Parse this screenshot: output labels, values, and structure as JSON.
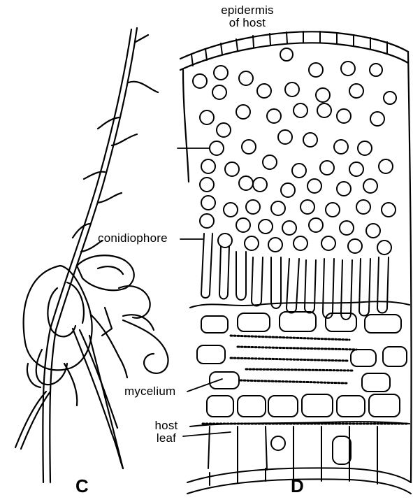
{
  "figure": {
    "panel_c": "C",
    "panel_d": "D",
    "labels": {
      "epidermis_line1": "epidermis",
      "epidermis_line2": "of host",
      "conidiophore": "conidiophore",
      "mycelium": "mycelium",
      "host_line1": "host",
      "host_line2": "leaf"
    }
  },
  "colors": {
    "ink": "#000000",
    "paper": "#ffffff"
  }
}
